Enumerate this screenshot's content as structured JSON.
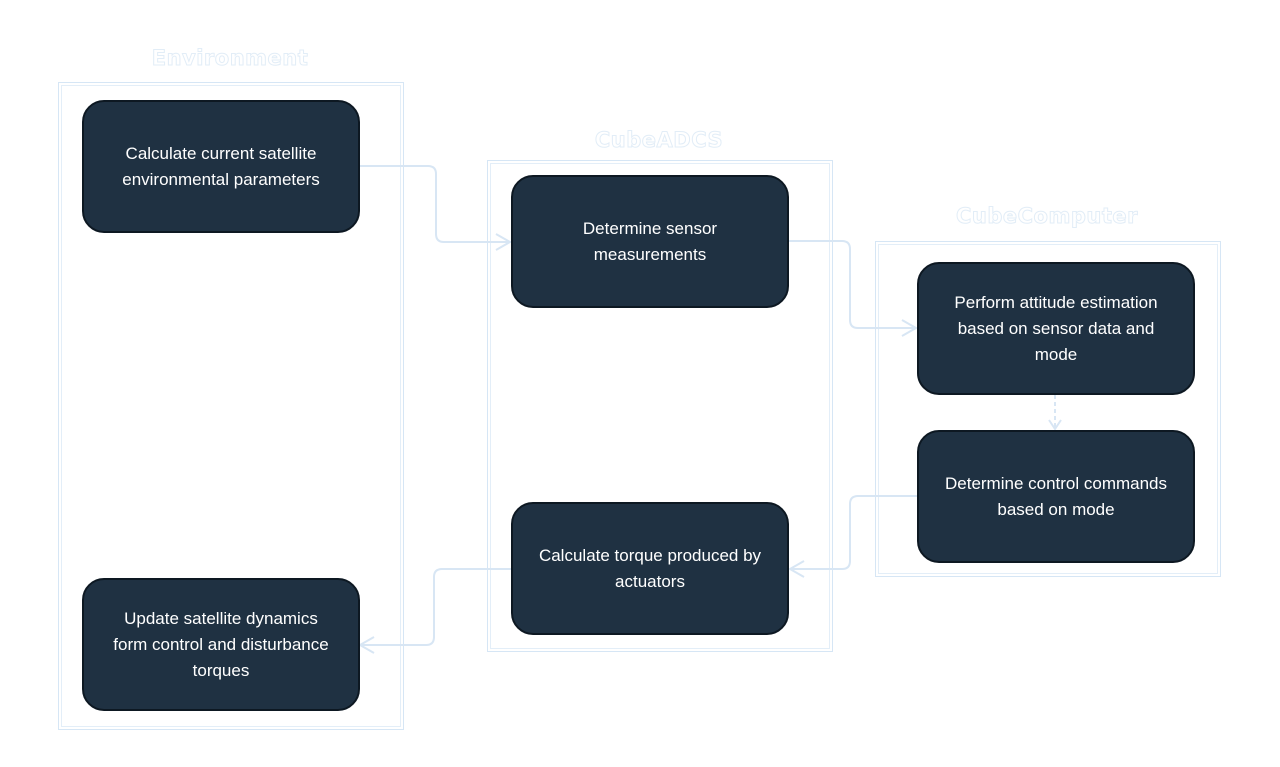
{
  "lanes": {
    "environment": {
      "title": "Environment"
    },
    "cubeadcs": {
      "title": "CubeADCS"
    },
    "cubecomputer": {
      "title": "CubeComputer"
    }
  },
  "nodes": {
    "calc_env": "Calculate current satellite\nenvironmental parameters",
    "sensor": "Determine  sensor\nmeasurements",
    "attitude": "Perform attitude estimation\nbased on sensor data and\nmode",
    "control": "Determine control commands\nbased on mode",
    "torque": "Calculate torque produced by\nactuators",
    "dynamics": "Update satellite dynamics\nform control and disturbance\ntorques"
  },
  "colors": {
    "node_fill": "#1f3142",
    "node_border": "#0d1822",
    "lane_border": "#d6e6f5",
    "connector": "#d8e6f4"
  }
}
